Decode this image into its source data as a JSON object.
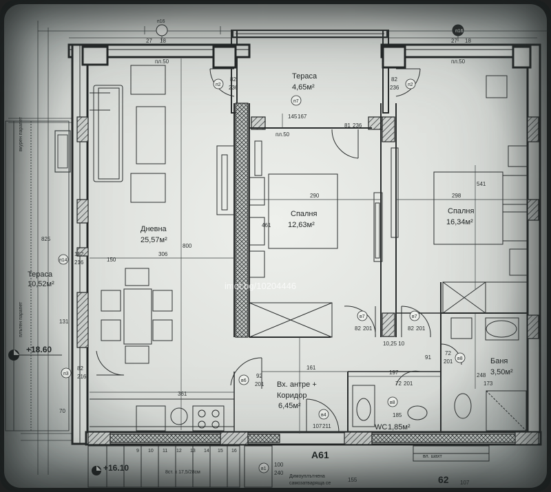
{
  "rooms": {
    "terrace_top": {
      "name": "Тераса",
      "area": "4,65м²"
    },
    "bedroom1": {
      "name": "Спалня",
      "area": "12,63м²"
    },
    "bedroom2": {
      "name": "Спалня",
      "area": "16,34м²"
    },
    "living": {
      "name": "Дневна",
      "area": "25,57м²"
    },
    "terrace_left": {
      "name": "Тераса",
      "area": "10,52м²"
    },
    "entrance_line1": "Вх. антре +",
    "entrance_line2": "Коридор",
    "entrance_area": "6,45м²",
    "bath": {
      "name": "Баня",
      "area": "3,50м²"
    },
    "wc": {
      "name": "WC",
      "area": "1,85м²"
    }
  },
  "unit_label": "A61",
  "levels": {
    "main": "+18.60",
    "lower": "+16.10"
  },
  "stairs_note": "8ст. х 17,5/28см",
  "watermark": "imot.bg/10204446",
  "axis_markers": [
    "п16",
    "п16"
  ],
  "floor_marks": [
    "пл.50",
    "пл.50",
    "пл.50"
  ],
  "doors": [
    {
      "id": "п2",
      "w": "82",
      "h": "236"
    },
    {
      "id": "п2",
      "w": "82",
      "h": "236"
    },
    {
      "id": "п7",
      "w": "81",
      "h": "236"
    },
    {
      "id": "п14",
      "w": "152",
      "h": "216"
    },
    {
      "id": "п3",
      "w": "82",
      "h": "216"
    },
    {
      "id": "в6",
      "w": "92",
      "h": "201"
    },
    {
      "id": "в7",
      "w": "82",
      "h": "201"
    },
    {
      "id": "в7",
      "w": "82",
      "h": "201"
    },
    {
      "id": "в8",
      "w": "72",
      "h": "201"
    },
    {
      "id": "в8",
      "w": "72",
      "h": "201"
    },
    {
      "id": "в4",
      "w": "107",
      "h": "211"
    },
    {
      "id": "в1",
      "w": "100",
      "h": "240"
    }
  ],
  "dimensions": {
    "d27": "27",
    "d18": "18",
    "d27b": "27",
    "d18b": "18",
    "d290": "290",
    "d298": "298",
    "d541": "541",
    "d461": "461",
    "d306": "306",
    "d800": "800",
    "d361": "361",
    "d161": "161",
    "d197": "197",
    "d248": "248",
    "d173": "173",
    "d185": "185",
    "d91": "91",
    "d25": "10,25 10",
    "d825": "825",
    "d131": "131",
    "d70": "70",
    "d150": "150",
    "d145": "145",
    "d167": "167",
    "d155": "155",
    "d62": "62",
    "d107": "107"
  },
  "side_labels": [
    "вкурен парапет",
    "плътен парапет"
  ],
  "stair_numbers": [
    "9",
    "10",
    "11",
    "12",
    "13",
    "14",
    "15",
    "16"
  ],
  "misc": {
    "shaft": "вл. шахт",
    "note1": "Димоуплътнена",
    "note2": "самозатваряща се"
  },
  "colors": {
    "paper": "#dfe1dd",
    "wall": "#2a2d2d",
    "hatch": "#555a5a",
    "line": "#3b4040"
  }
}
